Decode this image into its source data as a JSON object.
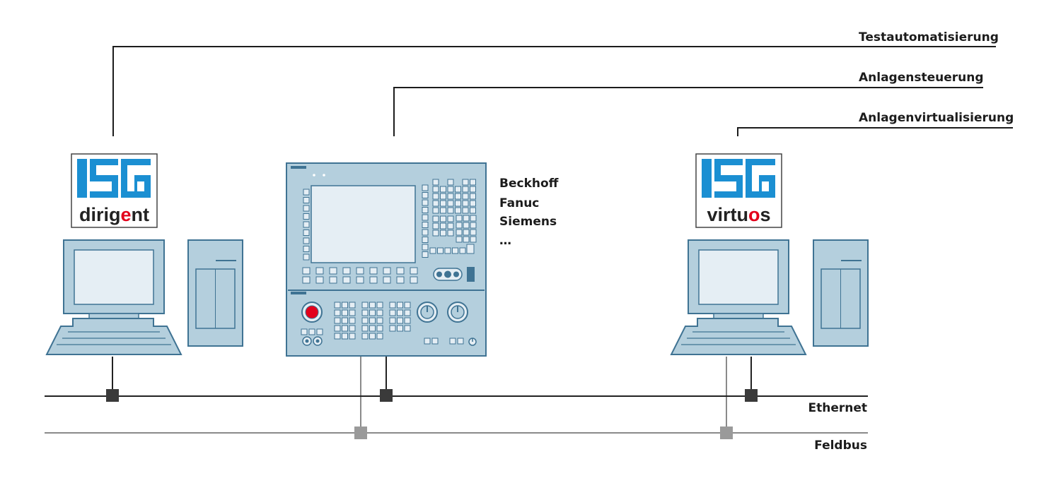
{
  "labels": {
    "testautomatisierung": "Testautomatisierung",
    "anlagensteuerung": "Anlagensteuerung",
    "anlagenvirtualisierung": "Anlagenvirtualisierung",
    "ethernet": "Ethernet",
    "feldbus": "Feldbus"
  },
  "controller_brands": [
    "Beckhoff",
    "Fanuc",
    "Siemens",
    "…"
  ],
  "logos": {
    "dirigent": {
      "brand": "ISG",
      "word_pre": "dirig",
      "word_accent": "e",
      "word_post": "nt"
    },
    "virtuos": {
      "brand": "ISG",
      "word_pre": "virtu",
      "word_accent": "o",
      "word_post": "s"
    }
  },
  "colors": {
    "device_fill": "#b4cfdd",
    "device_stroke": "#3f7393",
    "screen": "#e5eef4",
    "logo_blue": "#1b8fd2",
    "accent_red": "#e3001b",
    "ethernet_line": "#222222",
    "feldbus_line": "#8a8a8a",
    "ethernet_node": "#3a3a3a",
    "feldbus_node": "#9a9a9a"
  }
}
